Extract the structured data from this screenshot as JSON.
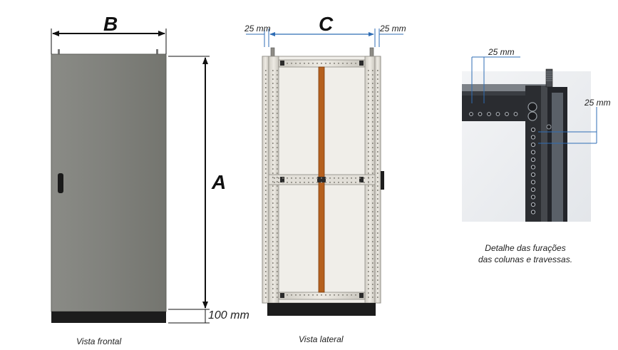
{
  "front_view": {
    "dimension_width": "B",
    "dimension_height": "A",
    "plinth_height": "100 mm",
    "caption": "Vista frontal"
  },
  "side_view": {
    "dimension_width": "C",
    "left_offset": "25 mm",
    "right_offset": "25 mm",
    "caption": "Vista lateral"
  },
  "detail_view": {
    "top_offset": "25 mm",
    "right_offset": "25 mm",
    "caption_line1": "Detalhe das furações",
    "caption_line2": "das colunas e travessas."
  },
  "colors": {
    "door_gray": "#7f807b",
    "plinth_black": "#1c1c1c",
    "frame_light": "#e6e3dc",
    "upright_orange": "#b5601e",
    "dimension_blue": "#2f6db5"
  }
}
